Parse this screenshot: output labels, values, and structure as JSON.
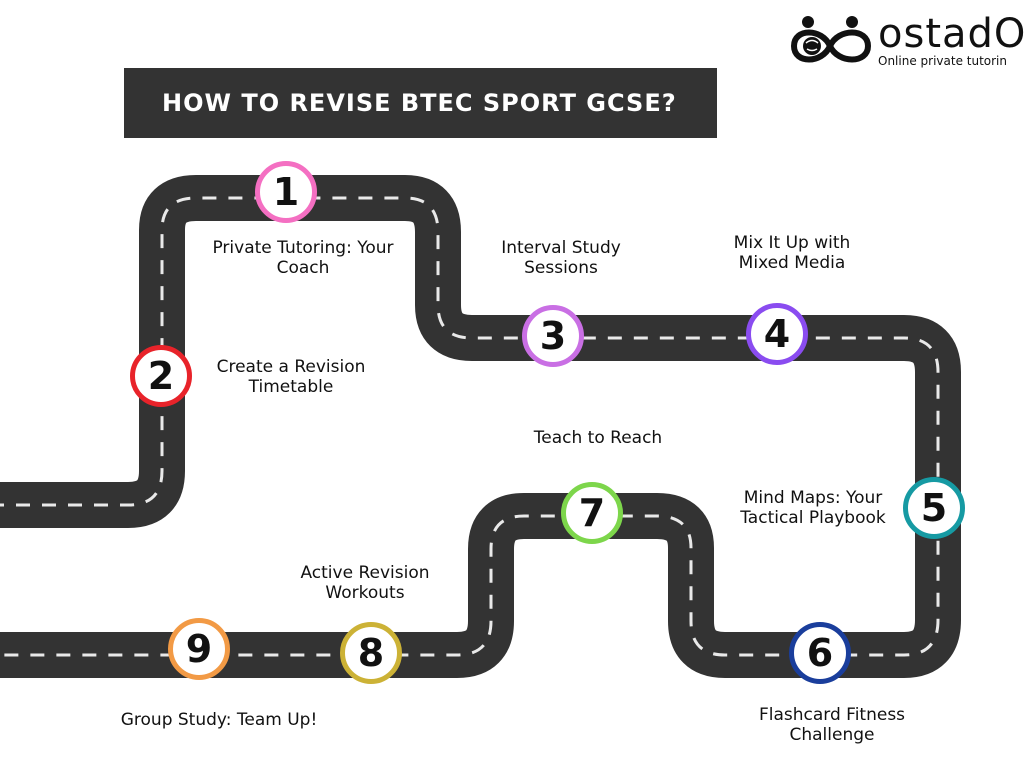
{
  "title": "HOW TO REVISE BTEC SPORT GCSE?",
  "logo": {
    "name": "ostadO",
    "tagline": "Online private tutoring",
    "icon": "people-infinity-globe-icon"
  },
  "colors": {
    "road": "#333333",
    "lane_marking": "#e9e9e9",
    "title_bar": "#333333"
  },
  "steps": [
    {
      "number": "1",
      "label": "Private Tutoring: Your Coach",
      "color": "#f46fc2"
    },
    {
      "number": "2",
      "label": "Create a Revision Timetable",
      "color": "#e8232a"
    },
    {
      "number": "3",
      "label": "Interval Study Sessions",
      "color": "#c96fe4"
    },
    {
      "number": "4",
      "label": "Mix It Up with Mixed Media",
      "color": "#8a4cf0"
    },
    {
      "number": "5",
      "label": "Mind Maps: Your Tactical Playbook",
      "color": "#169aa3"
    },
    {
      "number": "6",
      "label": "Flashcard Fitness Challenge",
      "color": "#1a3e9c"
    },
    {
      "number": "7",
      "label": "Teach to Reach",
      "color": "#7dd64b"
    },
    {
      "number": "8",
      "label": "Active Revision Workouts",
      "color": "#ccb236"
    },
    {
      "number": "9",
      "label": "Group Study: Team Up!",
      "color": "#f29a45"
    }
  ]
}
